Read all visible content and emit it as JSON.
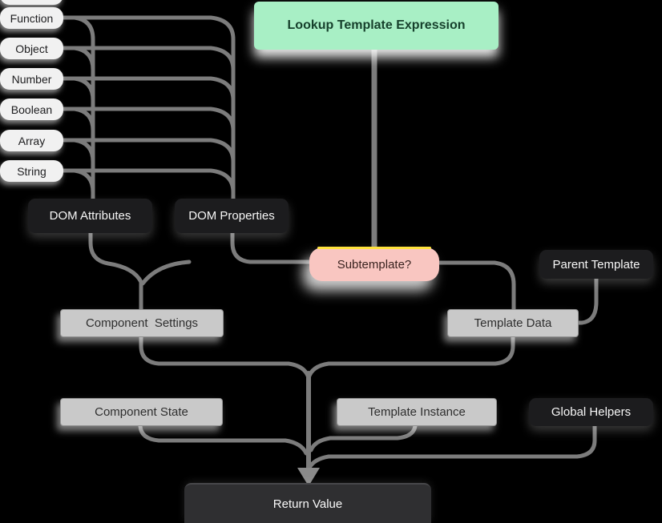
{
  "diagram_title": "Lookup Template Expression",
  "type_pills": [
    {
      "label": "Function"
    },
    {
      "label": "Object"
    },
    {
      "label": "Number"
    },
    {
      "label": "Boolean"
    },
    {
      "label": "Array"
    },
    {
      "label": "String"
    }
  ],
  "nodes": {
    "lookup": {
      "label": "Lookup Template Expression"
    },
    "dom_attributes": {
      "label": "DOM Attributes"
    },
    "dom_properties": {
      "label": "DOM Properties"
    },
    "subtemplate": {
      "label": "Subtemplate?"
    },
    "parent_template": {
      "label": "Parent Template"
    },
    "component_settings": {
      "label": "Component  Settings"
    },
    "template_data": {
      "label": "Template Data"
    },
    "component_state": {
      "label": "Component State"
    },
    "template_instance": {
      "label": "Template Instance"
    },
    "global_helpers": {
      "label": "Global Helpers"
    },
    "return_value": {
      "label": "Return Value"
    }
  },
  "colors": {
    "background": "#000000",
    "wire": "#7c7c7c",
    "green_node_bg": "#a8efc5",
    "green_node_text": "#16402c",
    "pink_node_bg": "#f9c6c1",
    "pink_node_accent": "#ffe23d",
    "dark_node_bg": "#1c1c1e",
    "gray_node_bg": "#c9c9c9",
    "return_node_bg": "#2f2f31"
  }
}
